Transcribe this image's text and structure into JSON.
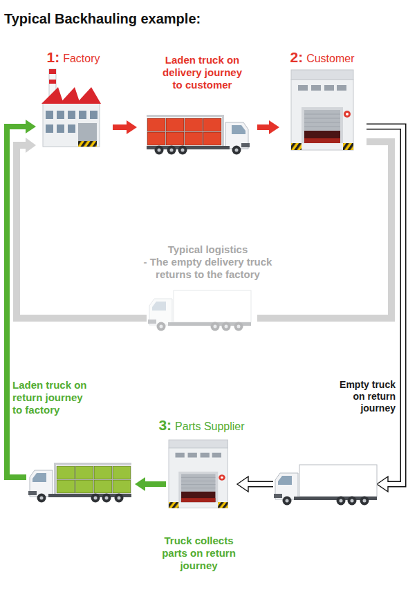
{
  "diagram": {
    "title": "Typical Backhauling example:",
    "nodes": [
      {
        "text": [
          "1:",
          "Factory"
        ]
      },
      {
        "text": [
          "Laden truck on delivery journey to customer"
        ]
      },
      {
        "text": [
          "2:",
          "Customer"
        ]
      },
      {
        "text": [
          "Typical logistics",
          "- The empty delivery truck returns to the factory"
        ]
      },
      {
        "text": [
          "Empty truck on return journey"
        ]
      },
      {
        "text": [
          "3:",
          "Parts Supplier",
          "Truck collects parts on return journey"
        ]
      },
      {
        "text": [
          "Laden truck on return journey to factory"
        ]
      }
    ],
    "edges": [
      {
        "from": 0,
        "to": 1,
        "arrow": "to"
      },
      {
        "from": 1,
        "to": 2,
        "arrow": "to"
      },
      {
        "from": 2,
        "to": 3,
        "arrow": "none"
      },
      {
        "from": 3,
        "to": 0,
        "arrow": "to"
      },
      {
        "from": 2,
        "to": 4,
        "arrow": "to"
      },
      {
        "from": 4,
        "to": 5,
        "arrow": "to"
      },
      {
        "from": 5,
        "to": 6,
        "arrow": "to"
      },
      {
        "from": 6,
        "to": 0,
        "arrow": "to"
      }
    ]
  }
}
